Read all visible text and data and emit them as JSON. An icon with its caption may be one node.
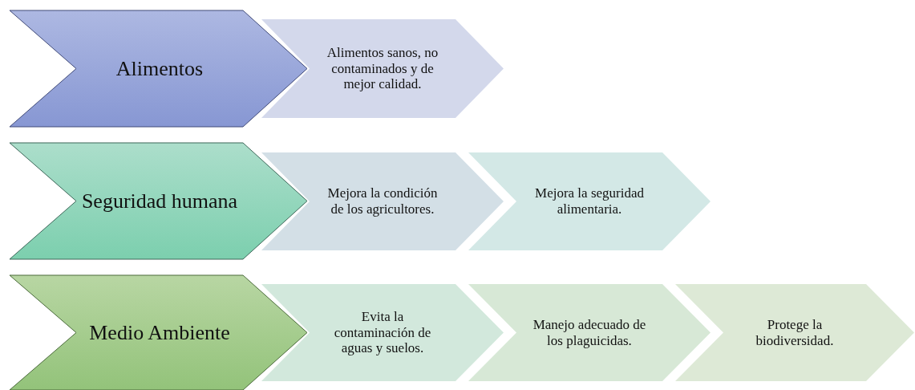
{
  "diagram": {
    "nodes": [
      {
        "text": [
          "Alimentos"
        ]
      },
      {
        "text": [
          "Alimentos sanos, no contaminados y de mejor calidad."
        ]
      },
      {
        "text": [
          "Seguridad humana"
        ]
      },
      {
        "text": [
          "Mejora la condición de los agricultores."
        ]
      },
      {
        "text": [
          "Mejora la seguridad alimentaria."
        ]
      },
      {
        "text": [
          "Medio Ambiente"
        ]
      },
      {
        "text": [
          "Evita la contaminación de aguas y suelos."
        ]
      },
      {
        "text": [
          "Manejo adecuado de los plaguicidas."
        ]
      },
      {
        "text": [
          "Protege la biodiversidad."
        ]
      }
    ]
  }
}
